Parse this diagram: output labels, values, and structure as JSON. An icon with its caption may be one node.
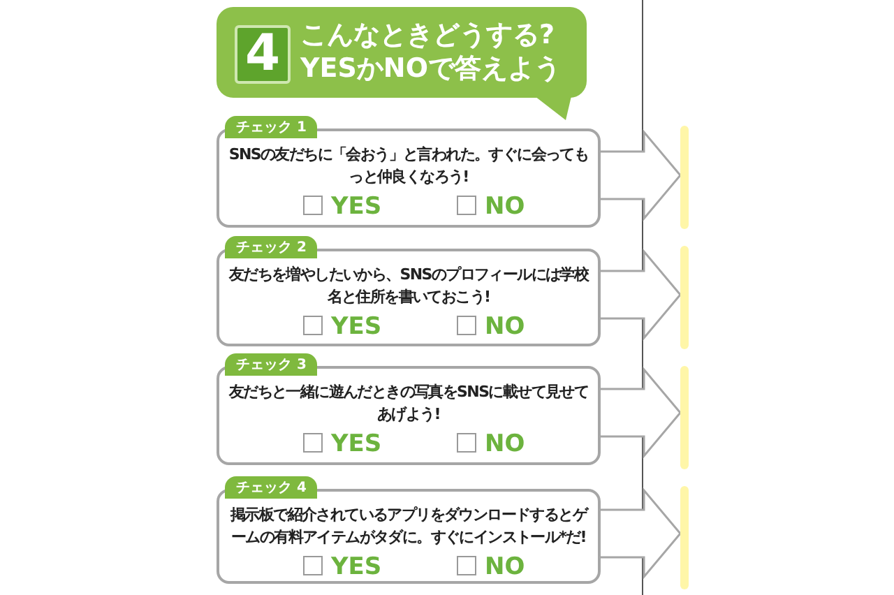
{
  "diagram": {
    "nodes": [
      {
        "text": [
          "こんなときどうする? YESかNOで答えよう"
        ]
      },
      {
        "text": [
          "4"
        ],
        "in": 0
      },
      {
        "text": [
          "チェック 1",
          "SNSの友だちに「会おう」と言われた。すぐに会ってもっと仲良くなろう!",
          "YES",
          "NO"
        ]
      },
      {
        "text": [
          "チェック 2",
          "友だちを増やしたいから、SNSのプロフィールには学校名と住所を書いておこう!",
          "YES",
          "NO"
        ]
      },
      {
        "text": [
          "チェック 3",
          "友だちと一緒に遊んだときの写真をSNSに載せて見せてあげよう!",
          "YES",
          "NO"
        ]
      },
      {
        "text": [
          "チェック 4",
          "掲示板で紹介されているアプリをダウンロードするとゲームの有料アイテムがタダに。すぐにインストール*だ!",
          "YES",
          "NO"
        ]
      },
      {
        "text": [],
        "shape": "bar"
      },
      {
        "text": [],
        "shape": "bar"
      },
      {
        "text": [],
        "shape": "bar"
      },
      {
        "text": [],
        "shape": "bar"
      }
    ],
    "edges": [
      {
        "from": 2,
        "to": 6,
        "arrow": "to"
      },
      {
        "from": 3,
        "to": 7,
        "arrow": "to"
      },
      {
        "from": 4,
        "to": 8,
        "arrow": "to"
      },
      {
        "from": 5,
        "to": 9,
        "arrow": "to"
      }
    ]
  }
}
